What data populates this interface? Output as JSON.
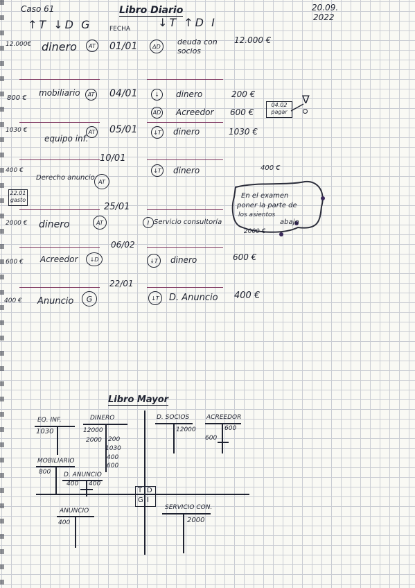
{
  "header": {
    "case_title": "Caso 61",
    "date_line1": "20.09.",
    "date_line2": "2022",
    "journal_title": "Libro Diario",
    "col_left": "↑T ↓D G",
    "col_fecha": "FECHA",
    "col_right": "↓T ↑D I"
  },
  "journal": [
    {
      "left_amount": "12.000€",
      "debit": "dinero",
      "debit_code": "AT",
      "date": "01/01",
      "credit": "deuda con socios",
      "credit_code": "ΔD",
      "amount": "12.000 €"
    },
    {
      "left_amount": "800 €",
      "debit": "mobiliario",
      "debit_code": "AT",
      "date": "04/01",
      "credit": "dinero",
      "credit_code": "↓",
      "amount": "200 €"
    },
    {
      "credit": "Acreedor",
      "credit_code": "AD",
      "amount": "600 €"
    },
    {
      "left_amount": "1030 €",
      "debit": "equipo inf.",
      "debit_code": "AT",
      "date": "05/01",
      "credit": "dinero",
      "credit_code": "↓T",
      "amount": "1030 €"
    },
    {
      "left_amount": "400 €",
      "debit": "Derecho anuncio",
      "debit_code": "AT",
      "date": "10/01",
      "credit": "dinero",
      "credit_code": "↓T",
      "amount": "400 €"
    },
    {
      "left_amount": "2000 €",
      "debit": "dinero",
      "debit_code": "AT",
      "date": "25/01",
      "credit": "Servicio consultoría",
      "credit_code": "I",
      "amount": "2000 €"
    },
    {
      "left_amount": "600 €",
      "debit": "Acreedor",
      "debit_code": "↓D",
      "date": "06/02",
      "credit": "dinero",
      "credit_code": "↓T",
      "amount": "600 €"
    },
    {
      "left_amount": "400 €",
      "debit": "Anuncio",
      "debit_code": "G",
      "date": "22/01",
      "credit": "D. Anuncio",
      "credit_code": "↓T",
      "amount": "400 €"
    }
  ],
  "side_notes": {
    "note_0402_line1": "04.02",
    "note_0402_line2": "pagar",
    "note_2201_line1": "22.01",
    "note_2201_line2": "gasto",
    "exam_note_line1": "En el examen",
    "exam_note_line2": "poner la parte de",
    "exam_note_line3": "los asientos",
    "exam_note_line4": "abajo",
    "symbol": "∇"
  },
  "ledger": {
    "title": "Libro Mayor",
    "accounts": [
      {
        "name": "EQ. INF.",
        "debit": [
          "1030"
        ],
        "credit": []
      },
      {
        "name": "DINERO",
        "debit": [
          "12000",
          "2000"
        ],
        "credit": [
          "200",
          "1030",
          "400",
          "600"
        ]
      },
      {
        "name": "D. SOCIOS",
        "debit": [],
        "credit": [
          "12000"
        ]
      },
      {
        "name": "ACREEDOR",
        "debit": [
          "600"
        ],
        "credit": [
          "600"
        ]
      },
      {
        "name": "MOBILIARIO",
        "debit": [
          "800"
        ],
        "credit": []
      },
      {
        "name": "D. ANUNCIO",
        "debit": [
          "400"
        ],
        "credit": [
          "400"
        ]
      },
      {
        "name": "ANUNCIO",
        "debit": [
          "400"
        ],
        "credit": []
      },
      {
        "name": "SERVICIO CON.",
        "debit": [],
        "credit": [
          "2000"
        ]
      }
    ],
    "center_box": [
      "T",
      "D",
      "G",
      "I"
    ]
  }
}
